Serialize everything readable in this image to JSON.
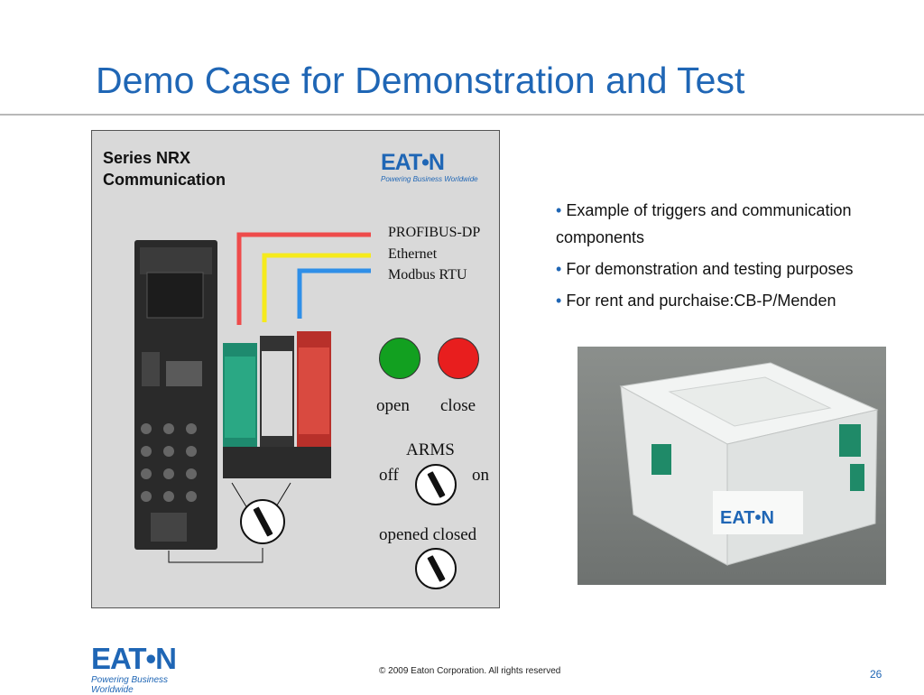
{
  "slide": {
    "title": "Demo Case for Demonstration and Test",
    "page_number": "26",
    "copyright": "© 2009 Eaton Corporation. All rights reserved"
  },
  "brand": {
    "logo_word": "EAT•N",
    "tagline": "Powering Business Worldwide",
    "color": "#1f66b5"
  },
  "panel": {
    "heading_line1": "Series NRX",
    "heading_line2": "Communication",
    "protocols": [
      "PROFIBUS-DP",
      "Ethernet",
      "Modbus RTU"
    ],
    "wire_colors": [
      "#ee4b4b",
      "#f5ea1c",
      "#2f8fe8"
    ],
    "buttons": [
      {
        "label": "open",
        "color": "#12a020"
      },
      {
        "label": "close",
        "color": "#e81e1e"
      }
    ],
    "arms_label": "ARMS",
    "arms_off": "off",
    "arms_on": "on",
    "state_label": "opened closed"
  },
  "bullets": [
    "Example of triggers and communication components",
    "For demonstration and testing purposes",
    "For rent and purchaise:CB-P/Menden"
  ]
}
